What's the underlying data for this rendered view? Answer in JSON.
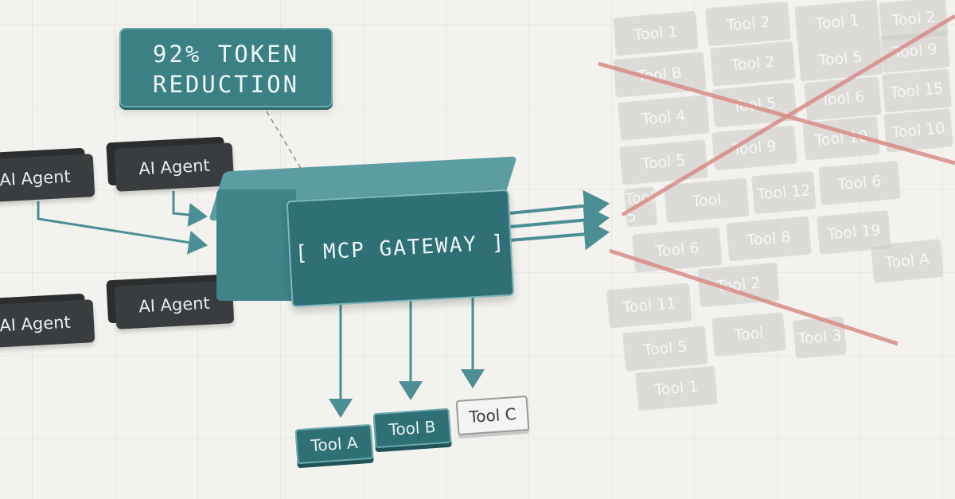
{
  "callout": {
    "line1": "92% TOKEN",
    "line2": "REDUCTION"
  },
  "gateway": {
    "label": "[ MCP GATEWAY ]"
  },
  "agents": [
    {
      "label": "AI Agent"
    },
    {
      "label": "AI Agent"
    },
    {
      "label": "AI Agent"
    },
    {
      "label": "AI Agent"
    }
  ],
  "selected_tools": [
    {
      "label": "Tool A",
      "state": "active"
    },
    {
      "label": "Tool B",
      "state": "active"
    },
    {
      "label": "Tool C",
      "state": "inactive"
    }
  ],
  "discarded_tools": [
    "Tool 1",
    "Tool 2",
    "Tool 1",
    "Tool 2",
    "Tool B",
    "Tool 2",
    "Tool 5",
    "Tool 9",
    "Tool 4",
    "Tool 5",
    "Tool 6",
    "Tool 15",
    "Tool 5",
    "Tool 9",
    "Tool 10",
    "Tool 10",
    "Tool 5",
    "Tool",
    "Tool 12",
    "Tool 6",
    "Tool 6",
    "Tool 8",
    "Tool 19",
    "Tool A",
    "Tool 11",
    "Tool 2",
    "Tool 5",
    "Tool",
    "Tool 3",
    "Tool 1"
  ],
  "colors": {
    "teal": "#2f7077",
    "teal_light": "#5b9da2",
    "agent_dark": "#3a3d3f",
    "cross_red": "#d98c88",
    "background": "#f3f2ee"
  }
}
